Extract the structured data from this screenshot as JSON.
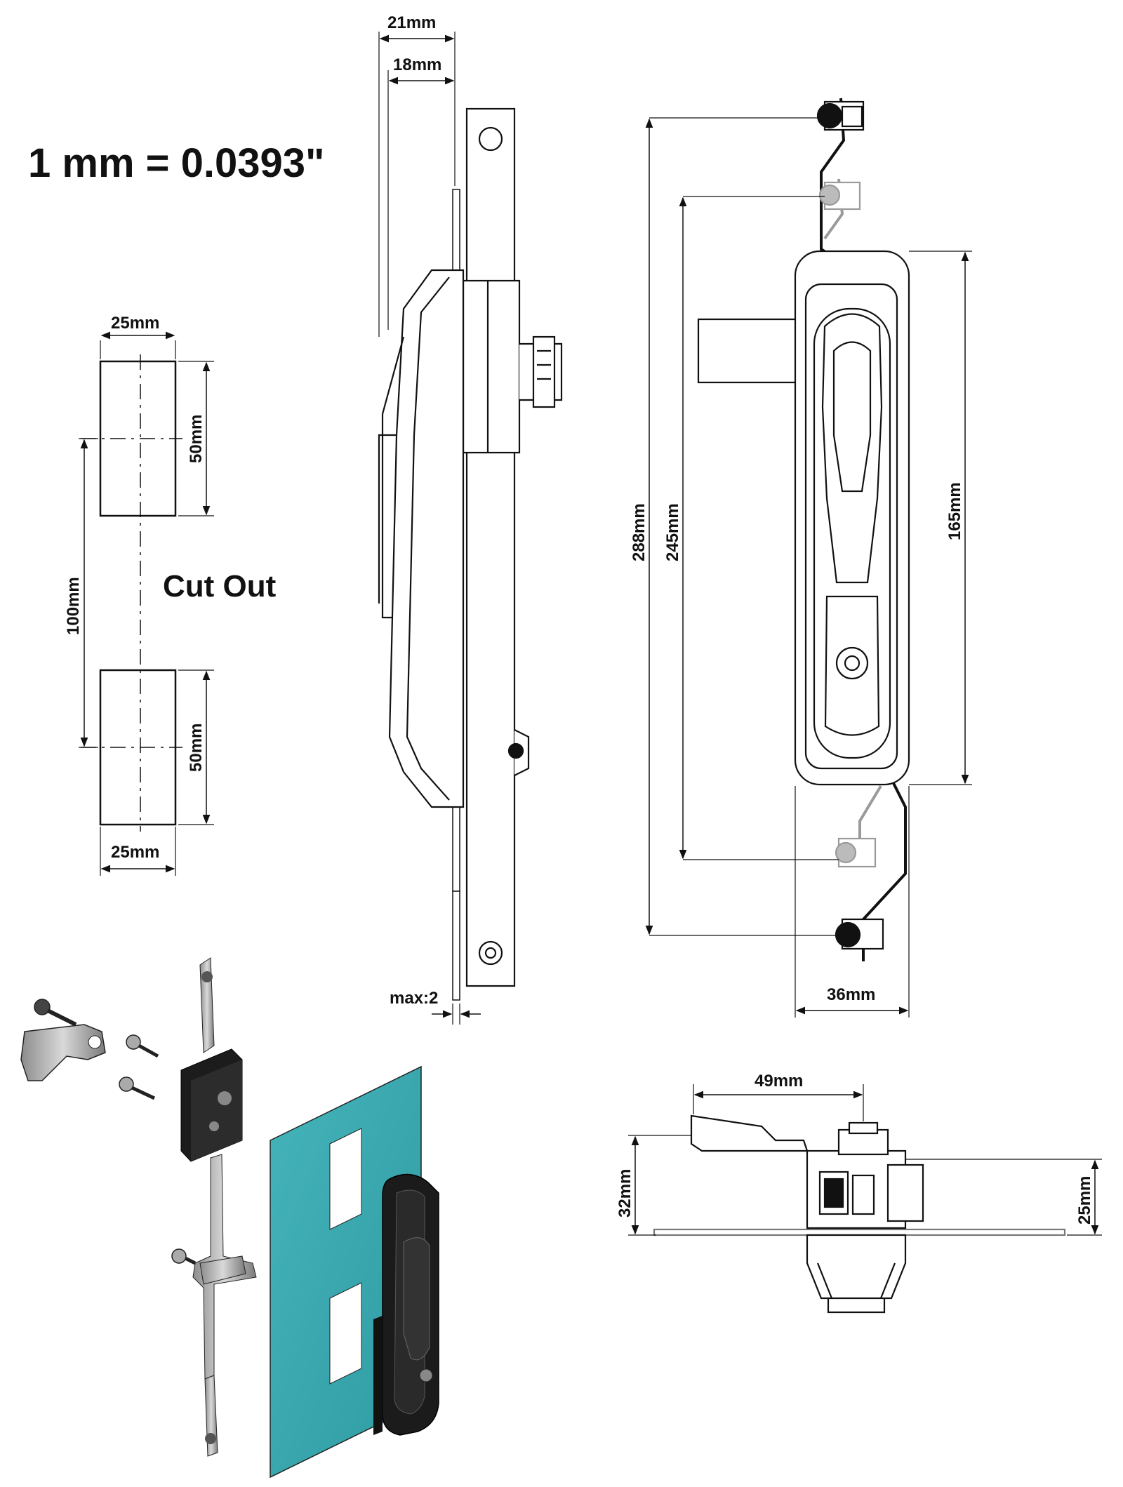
{
  "conversion": "1 mm = 0.0393\"",
  "cutout": {
    "label": "Cut Out",
    "width_top": "25mm",
    "width_bottom": "25mm",
    "height_top": "50mm",
    "height_bottom": "50mm",
    "spacing": "100mm"
  },
  "side_view": {
    "overall_depth": "21mm",
    "body_depth": "18mm",
    "panel_max": "max:2"
  },
  "front_view": {
    "rod_length": "288mm",
    "mount_length": "245mm",
    "handle_length": "165mm",
    "handle_width": "36mm"
  },
  "top_view": {
    "lever_reach": "49mm",
    "height": "32mm",
    "depth": "25mm"
  },
  "colors": {
    "line": "#111111",
    "ghost": "#9a9a9a",
    "panel": "#3aa9b0",
    "handle": "#1b1b1b"
  }
}
